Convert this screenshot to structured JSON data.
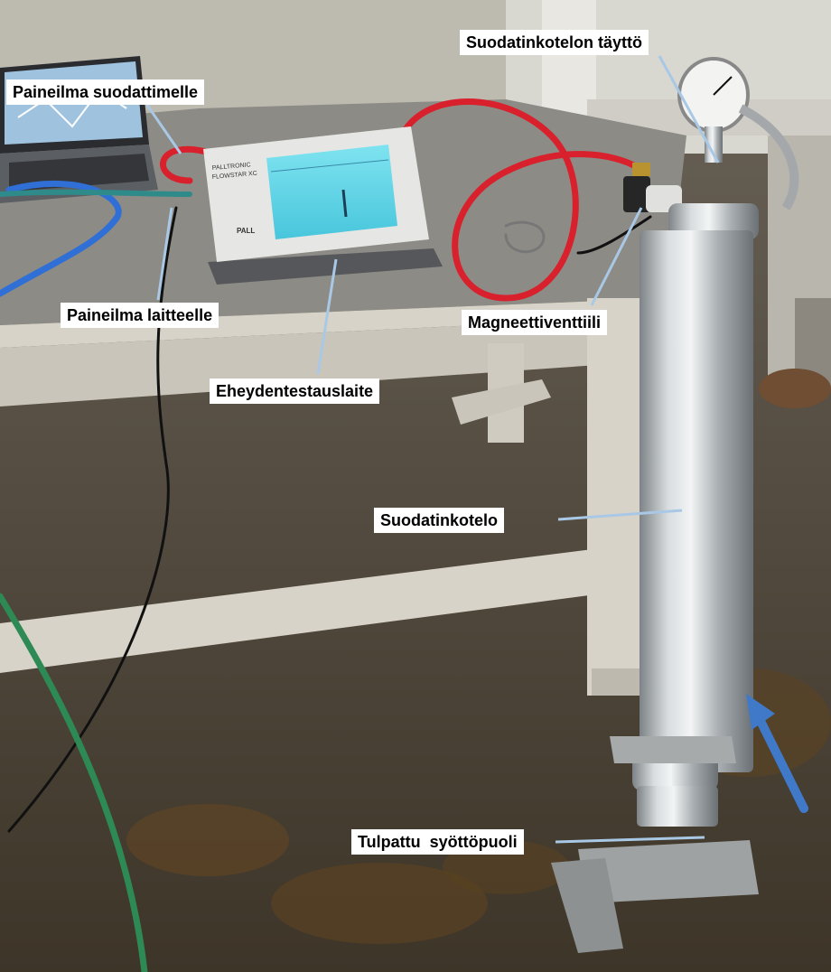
{
  "photo": {
    "subject": "filter-integrity-test-setup",
    "colors": {
      "floor": "#433a2e",
      "table_frame": "#d7d3c8",
      "table_top": "#8d8b85",
      "steel": "#bfc4c6",
      "hose_red": "#d8212c",
      "hose_blue": "#2f6fd6",
      "hose_green": "#2e8a55",
      "screen": "#59d3e6",
      "callout_line": "#a9c8e6",
      "arrow": "#3f79c8"
    }
  },
  "labels": {
    "housing_fill": "Suodatinkotelon täyttö",
    "air_to_filter": "Paineilma suodattimelle",
    "air_to_device": "Paineilma laitteelle",
    "solenoid_valve": "Magneettiventtiili",
    "integrity_tester": "Eheydentestauslaite",
    "filter_housing": "Suodatinkotelo",
    "plugged_feed_side": "Tulpattu  syöttöpuoli"
  },
  "device": {
    "brand": "PALLTRONIC",
    "model": "FLOWSTAR XC",
    "logo": "PALL"
  }
}
